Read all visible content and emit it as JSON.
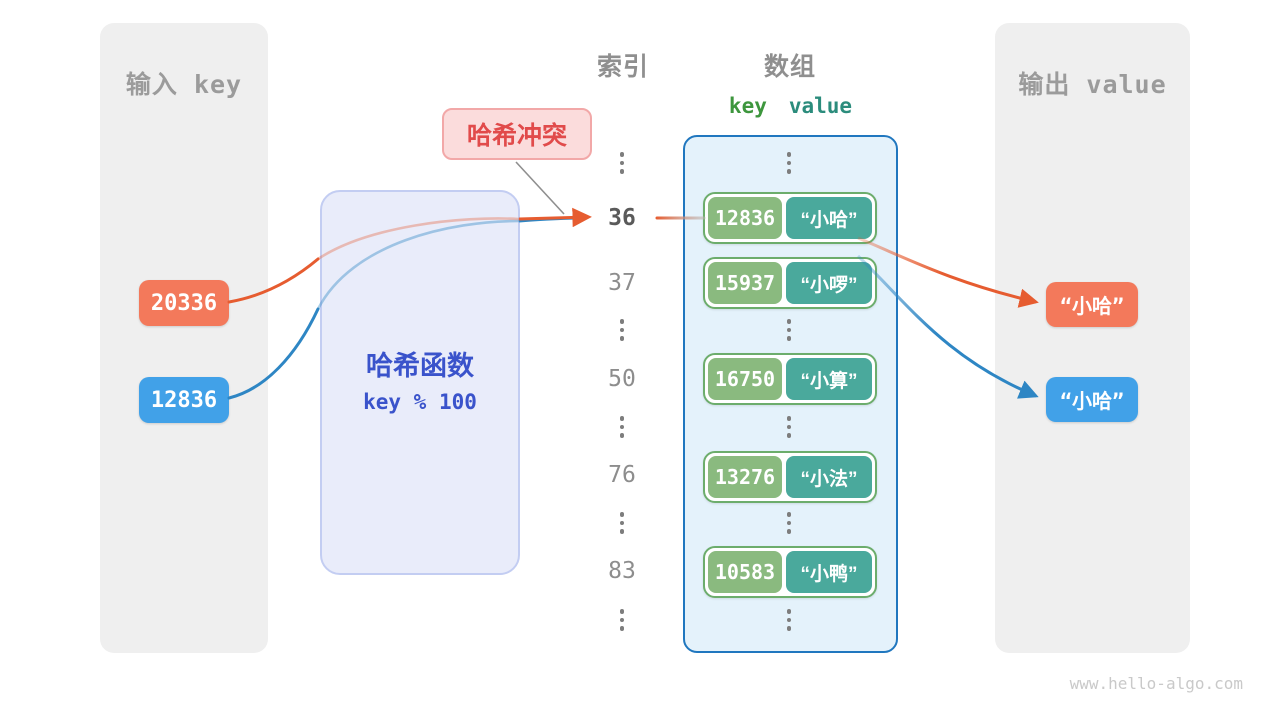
{
  "input_panel": {
    "title": "输入 key",
    "keys": [
      {
        "value": "20336",
        "color": "#f3795b"
      },
      {
        "value": "12836",
        "color": "#41a1e8"
      }
    ]
  },
  "hash_box": {
    "title": "哈希函数",
    "formula": "key % 100"
  },
  "collision_label": {
    "text": "哈希冲突"
  },
  "index_column": {
    "title": "索引",
    "items": [
      "36",
      "37",
      "50",
      "76",
      "83"
    ],
    "highlighted_item": "36"
  },
  "array_panel": {
    "title": "数组",
    "key_header": "key",
    "value_header": "value",
    "rows": [
      {
        "key": "12836",
        "value": "“小哈”"
      },
      {
        "key": "15937",
        "value": "“小啰”"
      },
      {
        "key": "16750",
        "value": "“小算”"
      },
      {
        "key": "13276",
        "value": "“小法”"
      },
      {
        "key": "10583",
        "value": "“小鸭”"
      }
    ]
  },
  "output_panel": {
    "title": "输出 value",
    "values": [
      {
        "text": "“小哈”",
        "color": "#f3795b"
      },
      {
        "text": "“小哈”",
        "color": "#41a1e8"
      }
    ]
  },
  "colors": {
    "orange_arrow": "#e65c30",
    "blue_arrow": "#2e86c4",
    "orange_box": "#f3795b",
    "blue_box": "#41a1e8",
    "array_border": "#2077bf",
    "pair_border": "#6cad6c"
  },
  "watermark": "www.hello-algo.com"
}
